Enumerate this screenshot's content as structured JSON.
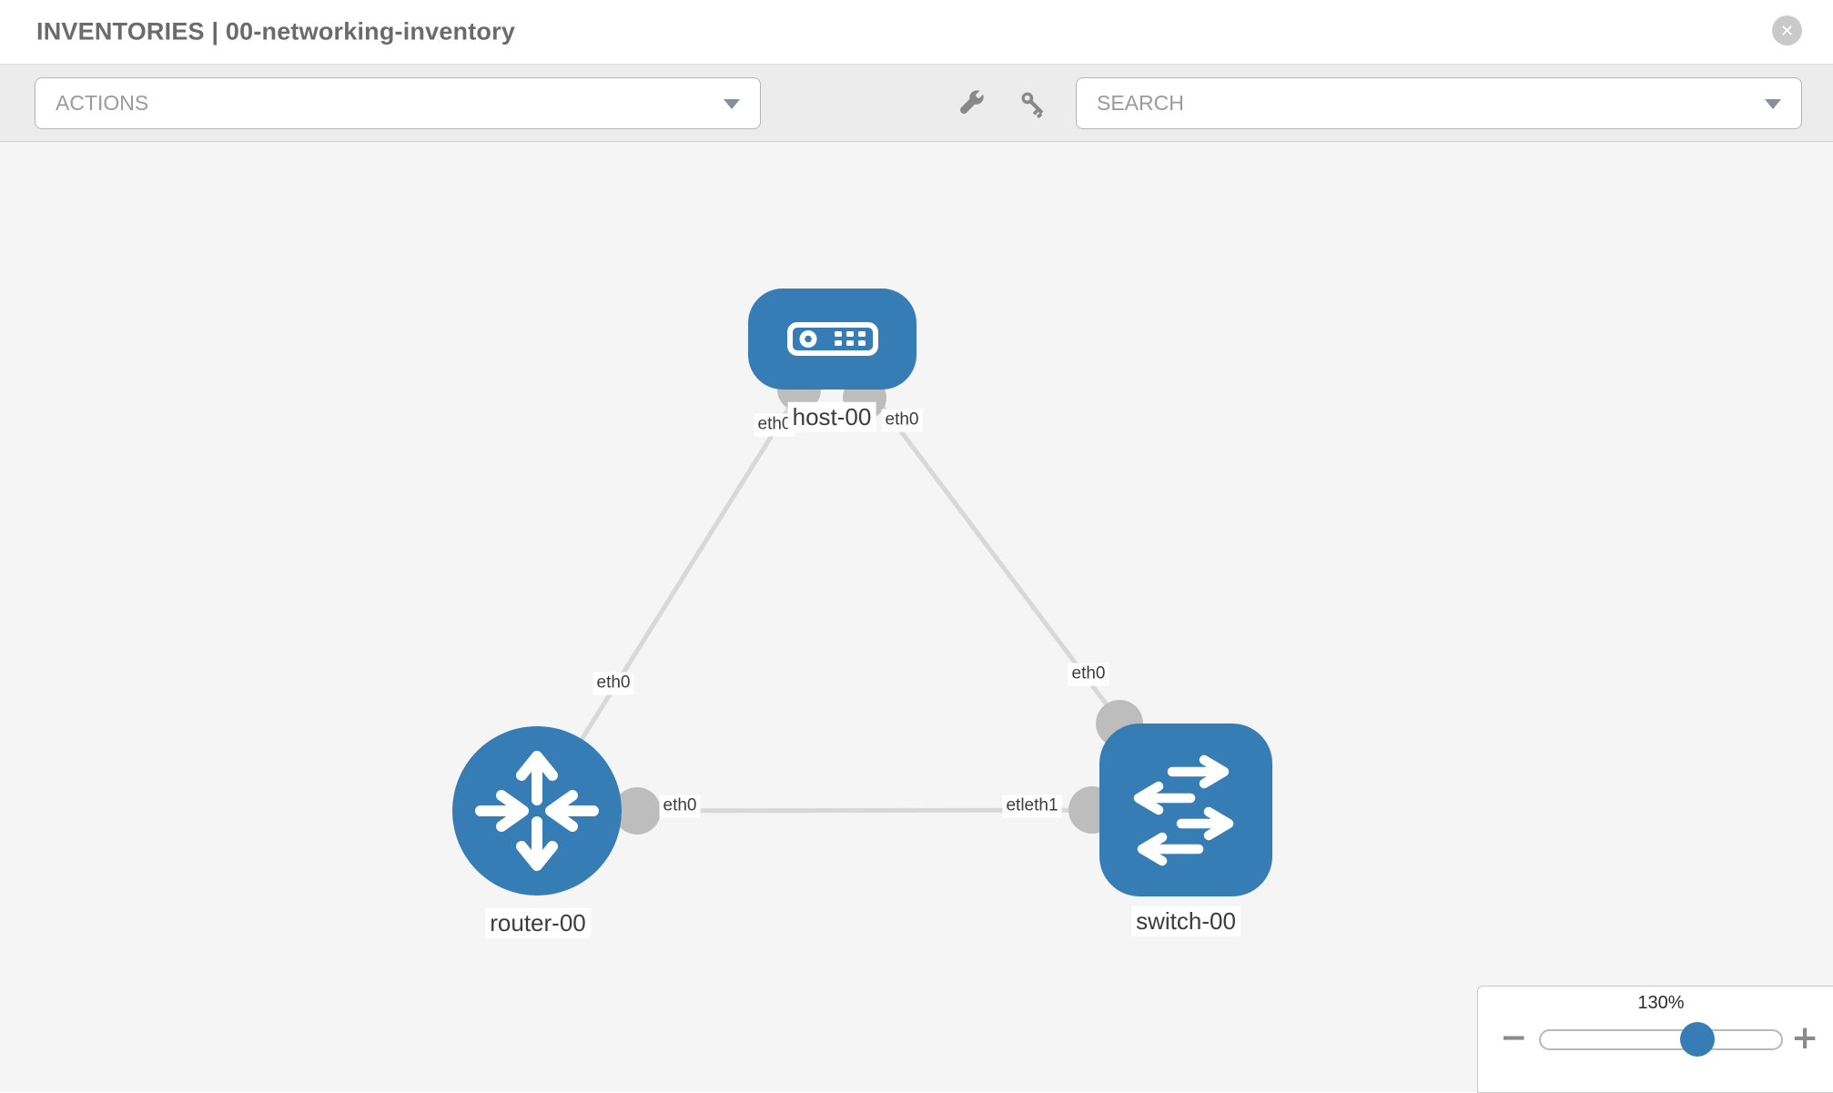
{
  "header": {
    "title": "INVENTORIES | 00-networking-inventory",
    "close_glyph": "✕"
  },
  "toolbar": {
    "actions_label": "ACTIONS",
    "search_placeholder": "SEARCH"
  },
  "topology": {
    "nodes": [
      {
        "label": "host-00",
        "type": "host"
      },
      {
        "label": "router-00",
        "type": "router"
      },
      {
        "label": "switch-00",
        "type": "switch"
      }
    ],
    "links": [
      {
        "from": "host-00",
        "to": "router-00"
      },
      {
        "from": "host-00",
        "to": "switch-00"
      },
      {
        "from": "router-00",
        "to": "switch-00"
      }
    ],
    "interface_labels": {
      "host_to_router": "eth0",
      "host_to_switch": "eth0",
      "router_uplink": "eth0",
      "switch_uplink": "eth0",
      "router_lan": "eth0",
      "switch_lan": "etleth1"
    }
  },
  "zoom_control": {
    "level": "130%",
    "minus_label": "−",
    "plus_label": "+"
  },
  "colors": {
    "node_blue": "#377db5",
    "link_gray": "#d8d8d8",
    "endpoint_gray": "#bdbdbd"
  }
}
